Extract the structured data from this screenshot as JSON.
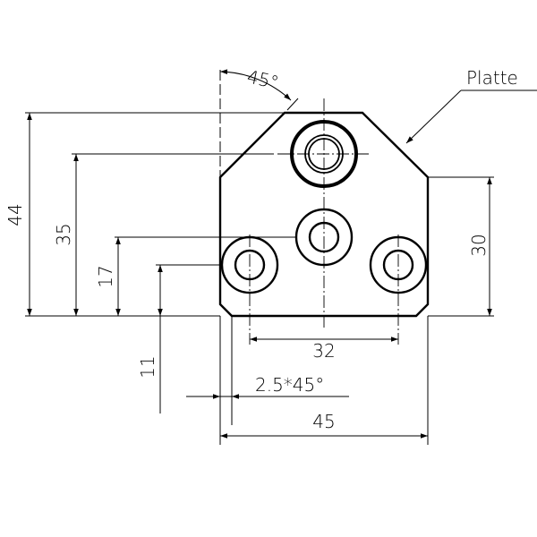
{
  "part_label": "Platte",
  "dimensions": {
    "height_total": "44",
    "top_hole_height": "35",
    "middle_hole_height": "17",
    "side_holes_height": "11",
    "right_side_height": "30",
    "side_hole_spacing": "32",
    "chamfer": "2.5*45°",
    "width": "45",
    "angle": "45°"
  },
  "colors": {
    "line": "#000000",
    "background": "#ffffff"
  }
}
